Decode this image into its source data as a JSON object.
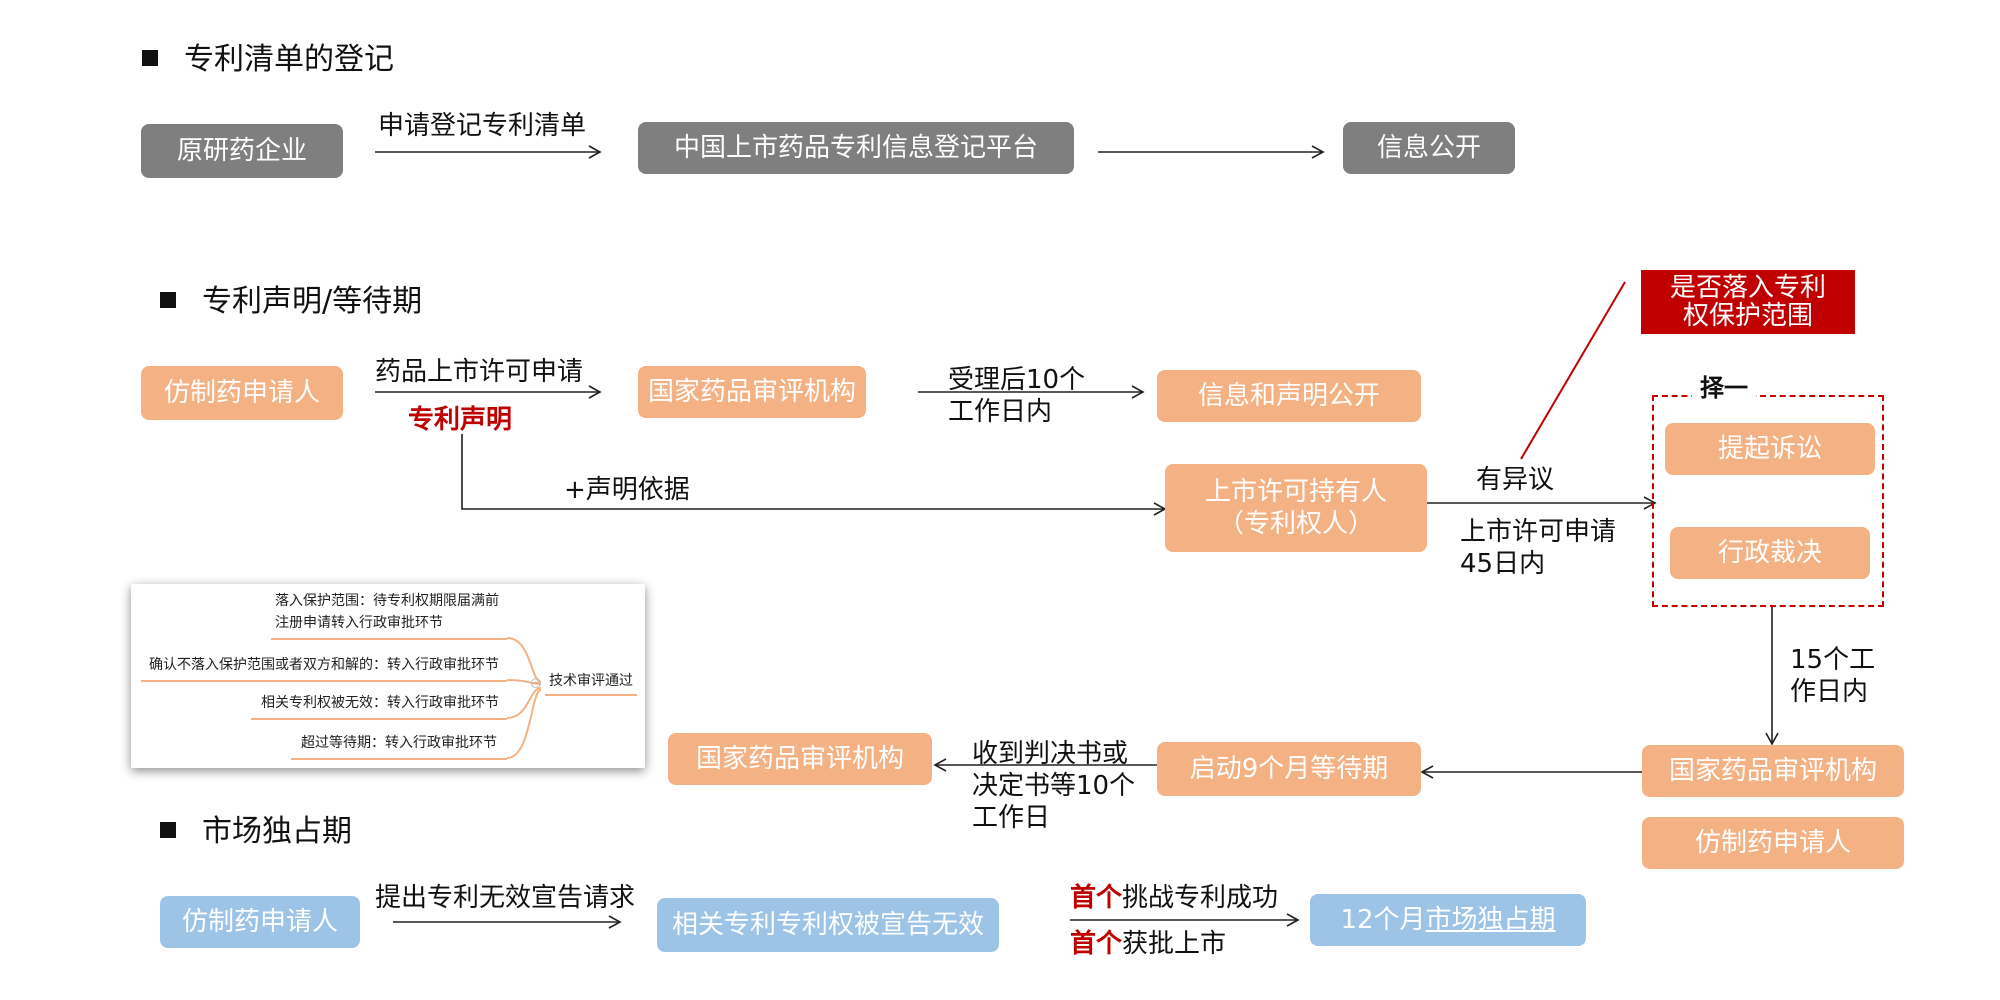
{
  "sections": {
    "s1": "专利清单的登记",
    "s2": "专利声明/等待期",
    "s3": "市场独占期"
  },
  "s1": {
    "originator": "原研药企业",
    "arrow_label": "申请登记专利清单",
    "platform": "中国上市药品专利信息登记平台",
    "public": "信息公开"
  },
  "s2": {
    "applicant": "仿制药申请人",
    "arrow1_label": "药品上市许可申请",
    "declaration": "专利声明",
    "agency": "国家药品审评机构",
    "arrow2_line1": "受理后10个",
    "arrow2_line2": "工作日内",
    "info_public": "信息和声明公开",
    "basis_label": "+声明依据",
    "holder_line1": "上市许可持有人",
    "holder_line2": "（专利权人）",
    "objection": "有异议",
    "deadline_line1": "上市许可申请",
    "deadline_line2": "45日内",
    "red_question_line1": "是否落入专利",
    "red_question_line2": "权保护范围",
    "choose_one": "择一",
    "litigation": "提起诉讼",
    "admin_ruling": "行政裁决",
    "days15_line1": "15个工",
    "days15_line2": "作日内",
    "agency2": "国家药品审评机构",
    "applicant2": "仿制药申请人",
    "wait_period": "启动9个月等待期",
    "judgment_line1": "收到判决书或",
    "judgment_line2": "决定书等10个",
    "judgment_line3": "工作日",
    "agency3": "国家药品审评机构"
  },
  "inset": {
    "row1_line1": "落入保护范围：待专利权期限届满前",
    "row1_line2": "注册申请转入行政审批环节",
    "row2": "确认不落入保护范围或者双方和解的：转入行政审批环节",
    "row3": "相关专利权被无效：转入行政审批环节",
    "row4": "超过等待期：转入行政审批环节",
    "root": "技术审评通过"
  },
  "s3": {
    "applicant": "仿制药申请人",
    "arrow_label": "提出专利无效宣告请求",
    "invalid": "相关专利专利权被宣告无效",
    "first1": "首个",
    "cond1": "挑战专利成功",
    "first2": "首个",
    "cond2": "获批上市",
    "exclusivity_prefix": "12个月",
    "exclusivity_underlined": "市场独占期"
  },
  "colors": {
    "gray": "#7f7f7f",
    "orange": "#f4b183",
    "blue": "#9dc3e6",
    "red": "#c00000"
  }
}
